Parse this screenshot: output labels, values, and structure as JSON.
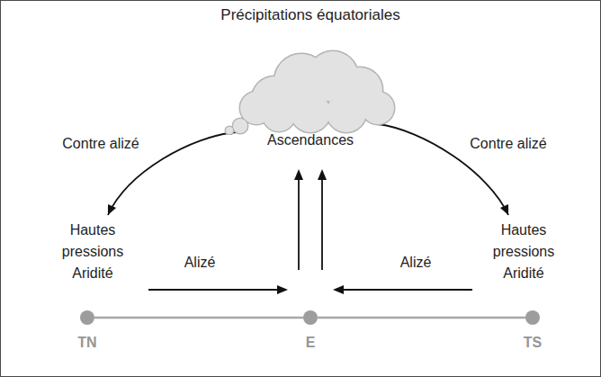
{
  "diagram": {
    "nodes": [
      {
        "text": [
          "Précipitations équatoriales"
        ]
      },
      {
        "text": [
          "Hautes pressions Aridité"
        ]
      },
      {
        "text": [
          "Hautes pressions Aridité"
        ]
      },
      {
        "text": [
          "TN"
        ]
      },
      {
        "text": [
          "E"
        ]
      },
      {
        "text": [
          "TS"
        ]
      }
    ],
    "edges": [
      {
        "from": 0,
        "to": 1,
        "label": "Contre alizé",
        "arrow": "to"
      },
      {
        "from": 0,
        "to": 2,
        "label": "Contre alizé",
        "arrow": "to"
      },
      {
        "from": 3,
        "to": 4,
        "arrow": "none"
      },
      {
        "from": 4,
        "to": 5,
        "arrow": "none"
      }
    ],
    "labels": [
      "Ascendances",
      "Alizé",
      "Alizé"
    ]
  }
}
